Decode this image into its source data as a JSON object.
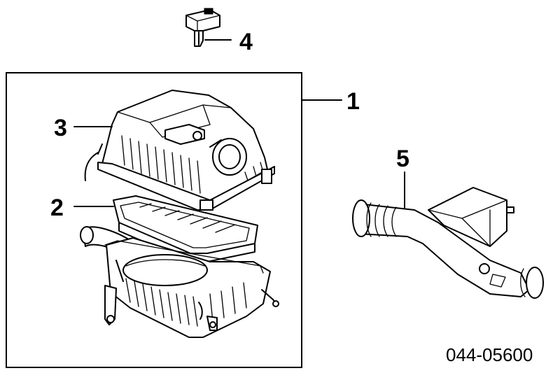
{
  "callouts": {
    "one": "1",
    "two": "2",
    "three": "3",
    "four": "4",
    "five": "5"
  },
  "diagram_code": "044-05600",
  "colors": {
    "ink": "#000000",
    "paper": "#ffffff"
  }
}
